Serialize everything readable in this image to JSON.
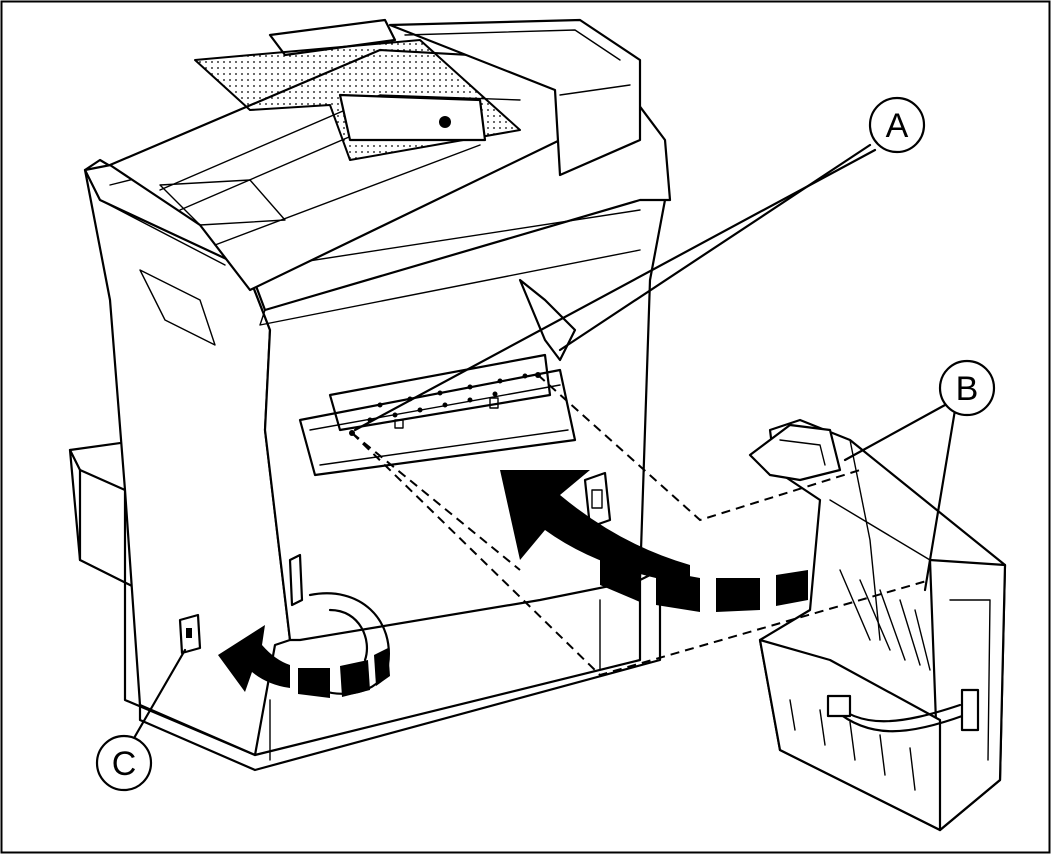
{
  "callouts": {
    "a": "A",
    "b": "B",
    "c": "C"
  }
}
